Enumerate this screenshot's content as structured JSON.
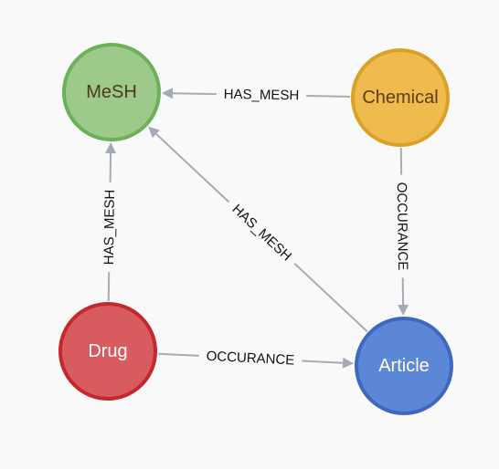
{
  "nodes": [
    {
      "id": "mesh",
      "label": "MeSH",
      "fill": "#9dca8a",
      "stroke": "#6db05a",
      "text_color": "#4a3a1c"
    },
    {
      "id": "chemical",
      "label": "Chemical",
      "fill": "#efbb4f",
      "stroke": "#d9a227",
      "text_color": "#5a3d10"
    },
    {
      "id": "drug",
      "label": "Drug",
      "fill": "#d85c5f",
      "stroke": "#c4282d",
      "text_color": "#ffffff"
    },
    {
      "id": "article",
      "label": "Article",
      "fill": "#5c86d6",
      "stroke": "#3e68c0",
      "text_color": "#ffffff"
    }
  ],
  "edges": [
    {
      "id": "chemical-mesh",
      "from": "chemical",
      "to": "mesh",
      "label": "HAS_MESH"
    },
    {
      "id": "chemical-article",
      "from": "chemical",
      "to": "article",
      "label": "OCCURANCE"
    },
    {
      "id": "drug-mesh",
      "from": "drug",
      "to": "mesh",
      "label": "HAS_MESH"
    },
    {
      "id": "drug-article",
      "from": "drug",
      "to": "article",
      "label": "OCCURANCE"
    },
    {
      "id": "article-mesh",
      "from": "article",
      "to": "mesh",
      "label": "HAS_MESH"
    }
  ],
  "colors": {
    "edge": "#a5abb6",
    "background": "#f9f9f9"
  }
}
